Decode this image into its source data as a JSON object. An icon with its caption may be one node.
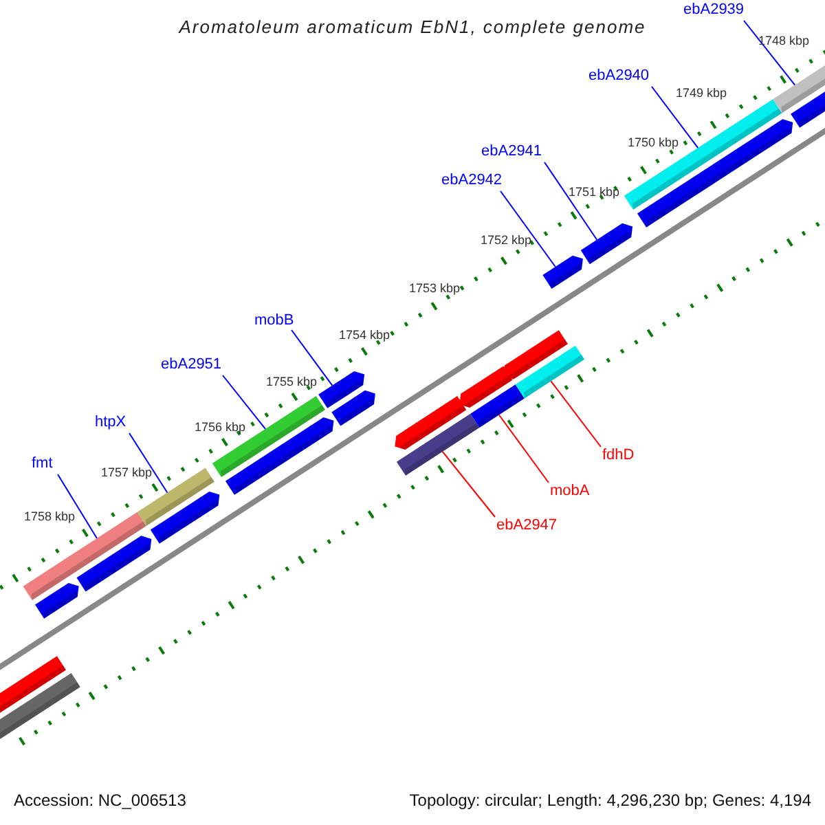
{
  "diagram": {
    "title": "Aromatoleum aromaticum EbN1, complete genome",
    "nodes": [
      {
        "text": [
          "ebA2939"
        ]
      },
      {
        "text": [
          "ebA2940"
        ]
      },
      {
        "text": [
          "ebA2941"
        ]
      },
      {
        "text": [
          "ebA2942"
        ]
      },
      {
        "text": [
          "mobB"
        ]
      },
      {
        "text": [
          "ebA2951"
        ]
      },
      {
        "text": [
          "htpX"
        ]
      },
      {
        "text": [
          "fdhD"
        ]
      },
      {
        "text": [
          "fmt"
        ]
      },
      {
        "text": [
          "mobA"
        ]
      },
      {
        "text": [
          "ebA2947"
        ]
      },
      {
        "text": [],
        "shape": "bar"
      },
      {
        "text": [],
        "shape": "bar"
      },
      {
        "text": [],
        "shape": "bar"
      },
      {
        "text": [],
        "shape": "bar"
      },
      {
        "text": [],
        "shape": "bar"
      },
      {
        "text": [],
        "shape": "bar"
      },
      {
        "text": [],
        "shape": "bar"
      },
      {
        "text": [],
        "shape": "bar"
      },
      {
        "text": [],
        "shape": "bar"
      },
      {
        "text": [],
        "shape": "bar"
      },
      {
        "text": [],
        "shape": "bar"
      }
    ],
    "edges": [
      {
        "from": 0,
        "to": 11,
        "arrow": "none"
      },
      {
        "from": 1,
        "to": 12,
        "arrow": "none"
      },
      {
        "from": 2,
        "to": 13,
        "arrow": "none"
      },
      {
        "from": 3,
        "to": 14,
        "arrow": "none"
      },
      {
        "from": 4,
        "to": 15,
        "arrow": "none"
      },
      {
        "from": 5,
        "to": 16,
        "arrow": "none"
      },
      {
        "from": 6,
        "to": 17,
        "arrow": "none"
      },
      {
        "from": 7,
        "to": 18,
        "arrow": "none",
        "color": "#ff0000"
      },
      {
        "from": 8,
        "to": 19,
        "arrow": "none"
      },
      {
        "from": 9,
        "to": 20,
        "arrow": "none",
        "color": "#ff0000"
      },
      {
        "from": 10,
        "to": 21,
        "arrow": "none",
        "color": "#ff0000"
      }
    ],
    "labels": [
      "1748 kbp",
      "1749 kbp",
      "1750 kbp",
      "1751 kbp",
      "1752 kbp",
      "1753 kbp",
      "1754 kbp",
      "1755 kbp",
      "1756 kbp",
      "1757 kbp",
      "1758 kbp",
      "Accession: NC_006513",
      "Topology: circular; Length: 4,296,230 bp; Genes: 4,194"
    ]
  }
}
